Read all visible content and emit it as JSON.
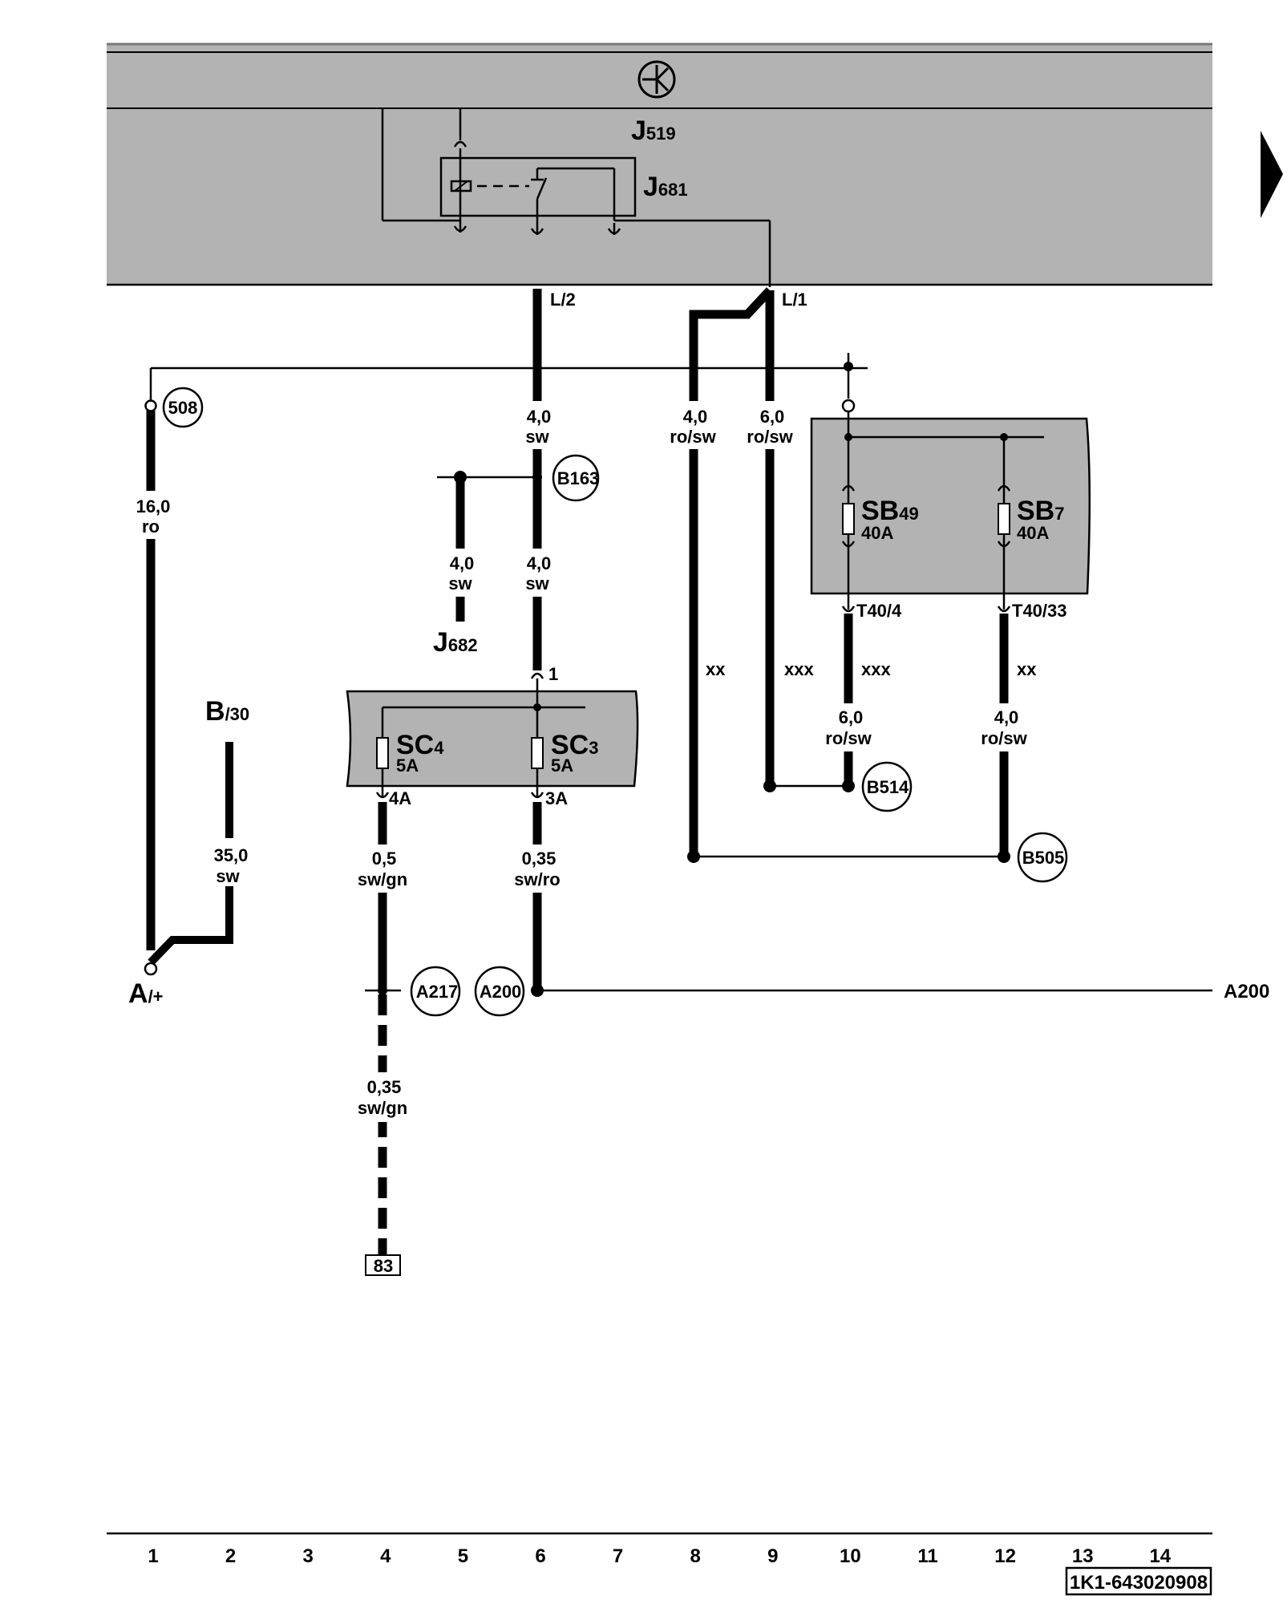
{
  "components": {
    "J519": {
      "main": "J",
      "sub": "519"
    },
    "J681": {
      "main": "J",
      "sub": "681"
    },
    "J682": {
      "main": "J",
      "sub": "682"
    },
    "SC4": {
      "main": "SC",
      "sub": "4",
      "rating": "5A"
    },
    "SC3": {
      "main": "SC",
      "sub": "3",
      "rating": "5A"
    },
    "SB49": {
      "main": "SB",
      "sub": "49",
      "rating": "40A"
    },
    "SB7": {
      "main": "SB",
      "sub": "7",
      "rating": "40A"
    },
    "B30": {
      "main": "B",
      "sub": "/30"
    },
    "Aplus": {
      "main": "A",
      "sub": "/+"
    }
  },
  "pins": {
    "L2": "L/2",
    "L1": "L/1",
    "pin1": "1",
    "pin4A": "4A",
    "pin3A": "3A",
    "T40_4": "T40/4",
    "T40_33": "T40/33"
  },
  "wires": {
    "w_l2": {
      "size": "4,0",
      "color": "sw"
    },
    "w_b163_left": {
      "size": "4,0",
      "color": "sw"
    },
    "w_b163_down": {
      "size": "4,0",
      "color": "sw"
    },
    "w_col8": {
      "size": "4,0",
      "color": "ro/sw"
    },
    "w_col9": {
      "size": "6,0",
      "color": "ro/sw"
    },
    "w_col1": {
      "size": "16,0",
      "color": "ro"
    },
    "w_b30": {
      "size": "35,0",
      "color": "sw"
    },
    "w_sc4": {
      "size": "0,5",
      "color": "sw/gn"
    },
    "w_sc3": {
      "size": "0,35",
      "color": "sw/ro"
    },
    "w_t40_4": {
      "size": "6,0",
      "color": "ro/sw"
    },
    "w_t40_33": {
      "size": "4,0",
      "color": "ro/sw"
    },
    "w_dashed": {
      "size": "0,35",
      "color": "sw/gn"
    }
  },
  "marks": {
    "col8": "xx",
    "col9": "xxx",
    "col10": "xxx",
    "col12": "xx"
  },
  "connections": {
    "c508": "508",
    "B163": "B163",
    "B514": "B514",
    "B505": "B505",
    "A217": "A217",
    "A200": "A200",
    "A200_edge": "A200",
    "ref83": "83"
  },
  "columns": [
    "1",
    "2",
    "3",
    "4",
    "5",
    "6",
    "7",
    "8",
    "9",
    "10",
    "11",
    "12",
    "13",
    "14"
  ],
  "doc_code": "1K1-643020908"
}
